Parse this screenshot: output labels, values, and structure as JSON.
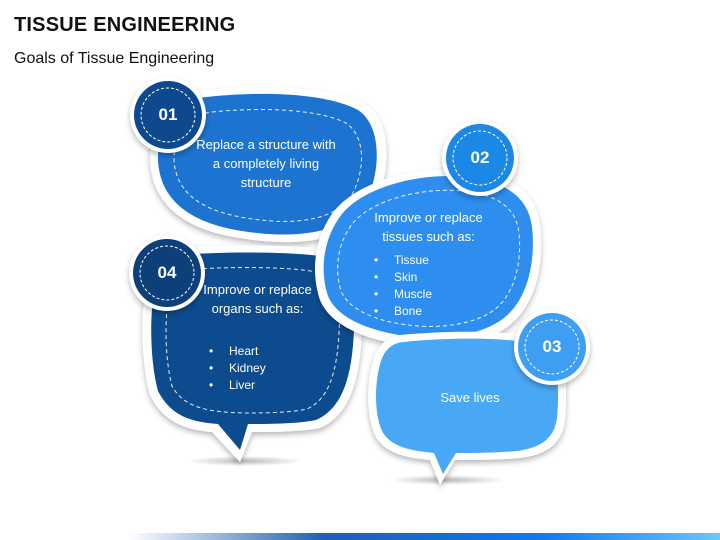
{
  "header": {
    "title": "TISSUE ENGINEERING",
    "subtitle": "Goals of Tissue Engineering"
  },
  "goals": [
    {
      "number": "01",
      "text": "Replace a structure with a completely living structure",
      "color": "#1A73D0"
    },
    {
      "number": "02",
      "text": "Improve or replace tissues such as:",
      "bullets": [
        "Tissue",
        "Skin",
        "Muscle",
        "Bone"
      ],
      "color": "#2F8EF0"
    },
    {
      "number": "03",
      "text": "Save lives",
      "color": "#4AA8F5"
    },
    {
      "number": "04",
      "text": "Improve or replace organs such as:",
      "bullets": [
        "Heart",
        "Kidney",
        "Liver"
      ],
      "color": "#0B4C8F"
    }
  ],
  "colors": {
    "bubble_01": "#1A73D0",
    "bubble_02": "#2F8EF0",
    "bubble_03": "#4AA8F5",
    "bubble_04": "#0B4C8F",
    "badge_dark": "#0A4A8C"
  }
}
